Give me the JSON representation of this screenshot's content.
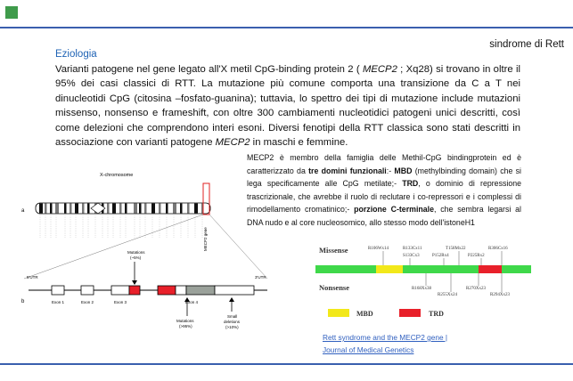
{
  "header": {
    "right_text": "sindrome di Rett"
  },
  "section": {
    "title": "Eziologia",
    "paragraph_parts": [
      {
        "t": "Varianti patogene nel gene legato all'X metil CpG-binding protein 2 ( ",
        "s": "n"
      },
      {
        "t": "MECP2",
        "s": "i"
      },
      {
        "t": " ; Xq28) si trovano in oltre il 95% dei casi classici di RTT. La mutazione più comune comporta una transizione da C a T nei dinucleotidi CpG (citosina –fosfato-guanina); tuttavia, lo spettro dei tipi di mutazione include mutazioni missenso, nonsenso e frameshift, con oltre 300 cambiamenti nucleotidici patogeni unici descritti, così come delezioni che comprendono interi esoni. Diversi fenotipi della RTT classica sono stati descritti in associazione con varianti patogene ",
        "s": "n"
      },
      {
        "t": "MECP2",
        "s": "i"
      },
      {
        "t": " in maschi e femmine.",
        "s": "n"
      }
    ]
  },
  "side_note": {
    "parts": [
      {
        "t": "MECP2  è membro della famiglia delle Methil-CpG bindingprotein ed è caratterizzato da ",
        "s": "n"
      },
      {
        "t": "tre domini funzionali",
        "s": "b"
      },
      {
        "t": ":- ",
        "s": "n"
      },
      {
        "t": "MBD",
        "s": "b"
      },
      {
        "t": " (methylbinding domain) che si lega specificamente alle CpG metilate;- ",
        "s": "n"
      },
      {
        "t": "TRD",
        "s": "b"
      },
      {
        "t": ", o dominio di repressione trascrizionale, che avrebbe il ruolo di reclutare i co-repressori e i complessi di rimodellamento cromatinico;- ",
        "s": "n"
      },
      {
        "t": "porzione C-terminale",
        "s": "b"
      },
      {
        "t": ", che sembra legarsi al DNA nudo e al core nucleosomico, allo stesso modo dell'istoneH1",
        "s": "n"
      }
    ]
  },
  "figure_left": {
    "label_a": "a",
    "label_b": "b",
    "chromosome_title": "X-chromosome",
    "mecp2_gene_label": "MECP2 gene",
    "utr5": "5'UTR",
    "utr3": "3'UTR",
    "exons": [
      "Exon 1",
      "Exon 2",
      "Exon 3",
      "Exon 4"
    ],
    "mutations_top": "Mutations",
    "mutations_top_pct": "(~5%)",
    "mutations_bottom": "Mutations",
    "mutations_bottom_pct": "(>95%)",
    "small_deletions": "Small",
    "small_deletions2": "deletions",
    "small_deletions_pct": "(>10%)"
  },
  "figure_right": {
    "missense_label": "Missense",
    "nonsense_label": "Nonsense",
    "missense_mutations": [
      "R106Wx14",
      "R133Cx11",
      "S133Cx3",
      "T158Mx22",
      "P152Rx4",
      "R306Cx16",
      "P225Rx2"
    ],
    "nonsense_mutations": [
      "R168Xx38",
      "R255Xx24",
      "R270Xx23",
      "R294Xx23"
    ],
    "legend": [
      {
        "label": "MBD",
        "color": "#f2e81a"
      },
      {
        "label": "TRD",
        "color": "#e8202a"
      }
    ],
    "bar_color": "#3fd84a"
  },
  "reference": {
    "line1": "Rett syndrome and the MECP2 gene |",
    "line2": "Journal of Medical Genetics"
  }
}
